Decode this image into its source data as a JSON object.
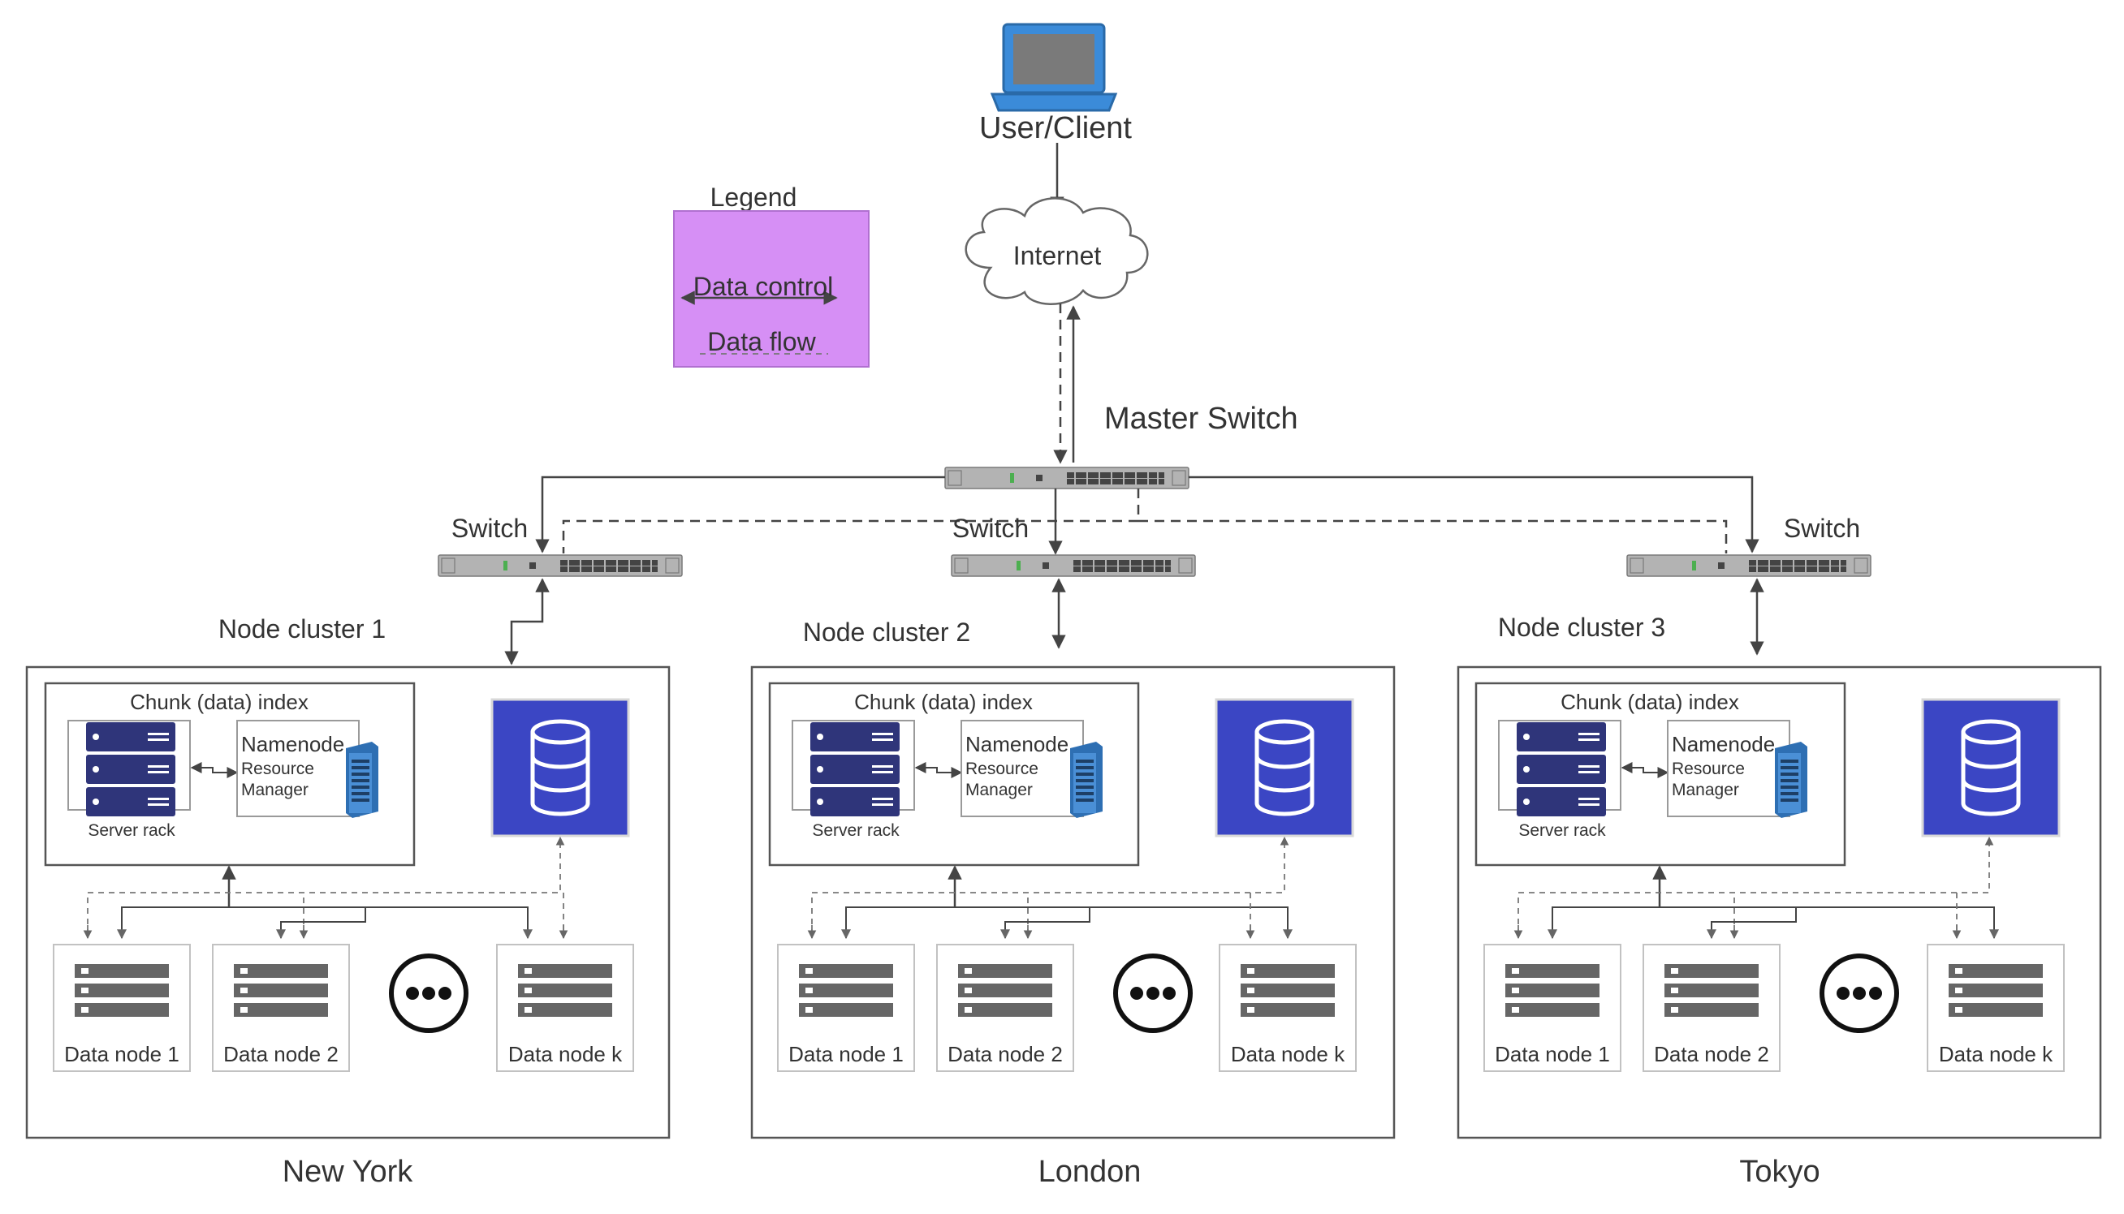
{
  "client": {
    "label": "User/Client"
  },
  "internet": {
    "label": "Internet"
  },
  "master_switch": {
    "label": "Master Switch"
  },
  "legend": {
    "title": "Legend",
    "items": [
      "Data control",
      "Data flow"
    ],
    "color": "#d68ff5"
  },
  "switches": [
    "Switch",
    "Switch",
    "Switch"
  ],
  "clusters": [
    {
      "title": "Node cluster 1",
      "location": "New York",
      "index_title": "Chunk (data) index",
      "server_rack": "Server rack",
      "namenode": "Namenode",
      "resource_manager": [
        "Resource",
        "Manager"
      ],
      "data_nodes": [
        "Data node 1",
        "Data node 2",
        "Data node k"
      ]
    },
    {
      "title": "Node cluster 2",
      "location": "London",
      "index_title": "Chunk (data) index",
      "server_rack": "Server rack",
      "namenode": "Namenode",
      "resource_manager": [
        "Resource",
        "Manager"
      ],
      "data_nodes": [
        "Data node 1",
        "Data node 2",
        "Data node k"
      ]
    },
    {
      "title": "Node cluster 3",
      "location": "Tokyo",
      "index_title": "Chunk (data) index",
      "server_rack": "Server rack",
      "namenode": "Namenode",
      "resource_manager": [
        "Resource",
        "Manager"
      ],
      "data_nodes": [
        "Data node 1",
        "Data node 2",
        "Data node k"
      ]
    }
  ],
  "colors": {
    "database": "#3b46c4",
    "server": "#2f357a",
    "data_node": "#666666",
    "switch": "#a9a9a9"
  }
}
